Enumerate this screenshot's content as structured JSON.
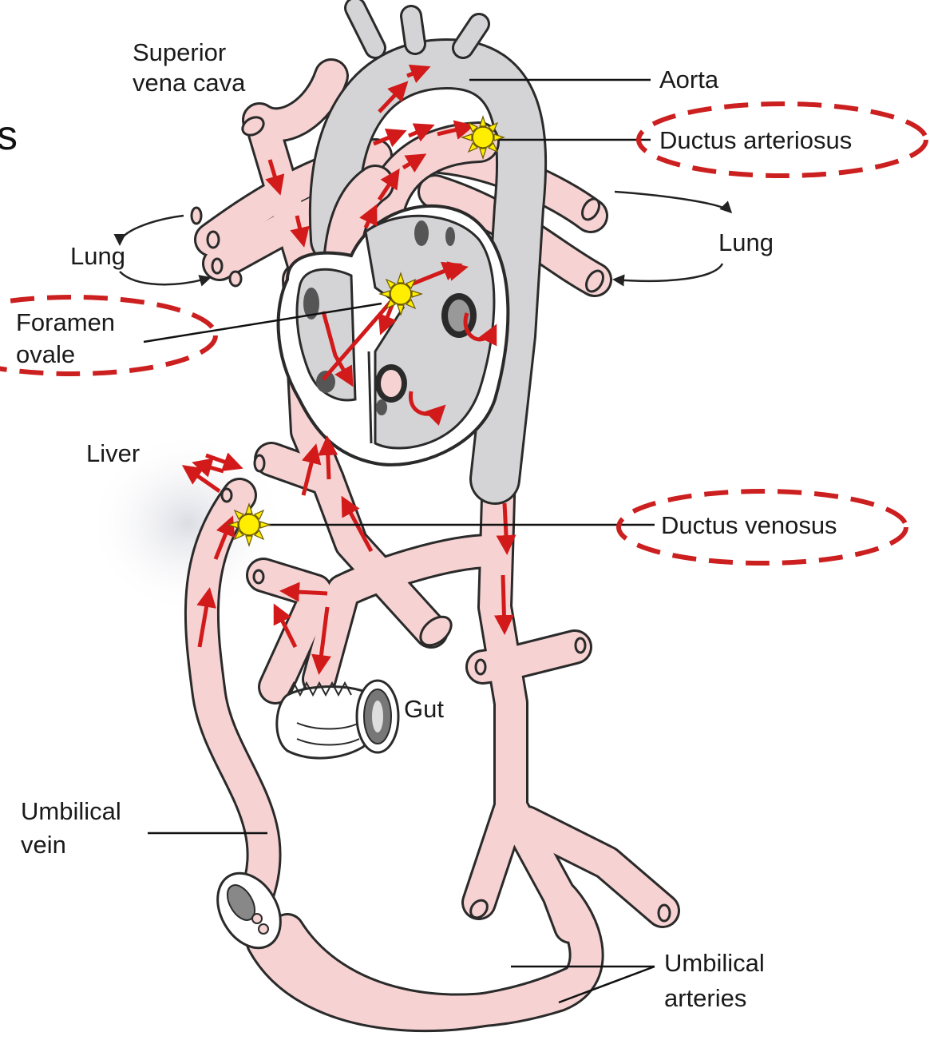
{
  "slide_fragment": "s",
  "labels": {
    "superior_vena_cava_1": "Superior",
    "superior_vena_cava_2": "vena cava",
    "aorta": "Aorta",
    "ductus_arteriosus": "Ductus arteriosus",
    "lung_left": "Lung",
    "lung_right": "Lung",
    "foramen_ovale_1": "Foramen",
    "foramen_ovale_2": "ovale",
    "liver": "Liver",
    "ductus_venosus": "Ductus venosus",
    "gut": "Gut",
    "umbilical_vein_1": "Umbilical",
    "umbilical_vein_2": "vein",
    "umbilical_arteries_1": "Umbilical",
    "umbilical_arteries_2": "arteries"
  },
  "colors": {
    "vessel_fill": "#f6d2d2",
    "vessel_outline": "#2a2a2a",
    "heart_shade": "#d4d4d6",
    "flow_arrow": "#d21a1a",
    "highlight_ellipse": "#cc1f1f",
    "marker_sun": "#ffee00"
  }
}
